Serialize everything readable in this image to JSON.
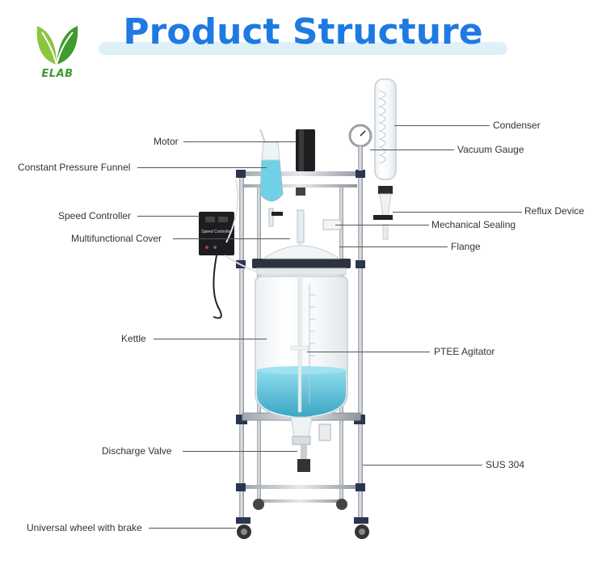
{
  "header": {
    "title": "Product Structure",
    "brand": "ELAB"
  },
  "labels": {
    "motor": "Motor",
    "funnel": "Constant Pressure Funnel",
    "speed_controller": "Speed Controller",
    "cover": "Multifunctional Cover",
    "kettle": "Kettle",
    "discharge_valve": "Discharge Valve",
    "wheel": "Universal wheel with brake",
    "condenser": "Condenser",
    "vacuum_gauge": "Vacuum Gauge",
    "reflux_device": "Reflux Device",
    "mechanical_sealing": "Mechanical Sealing",
    "flange": "Flange",
    "agitator": "PTEE Agitator",
    "sus304": "SUS 304",
    "controller_panel": "Speed Controller"
  },
  "colors": {
    "title": "#1e7ae2",
    "title_bar": "#dff1f8",
    "brand_green": "#3f9b2c",
    "liquid": "#5fc4dc",
    "frame": "#b8bcc2",
    "clamp": "#2a3550"
  }
}
